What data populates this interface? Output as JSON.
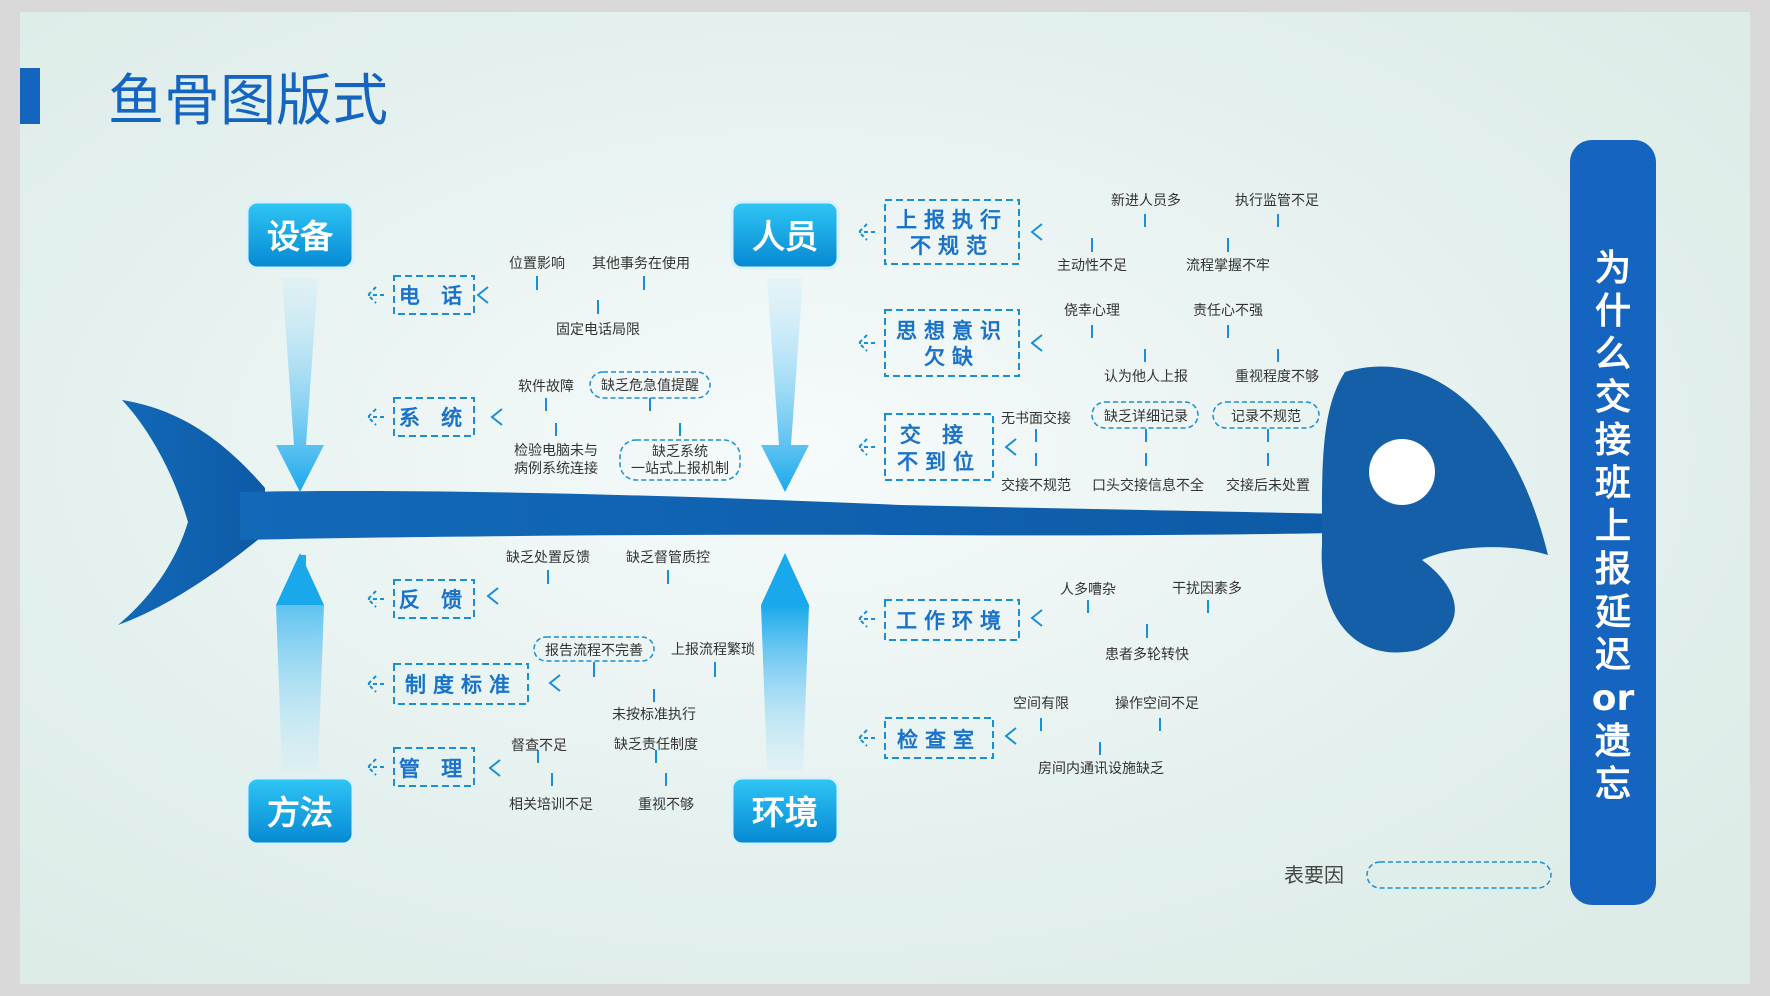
{
  "title": "鱼骨图版式",
  "problem": [
    "为",
    "什",
    "么",
    "交",
    "接",
    "班",
    "上",
    "报",
    "延",
    "迟",
    "or",
    "遗",
    "忘"
  ],
  "colors": {
    "primary": "#1565c0",
    "accent": "#0aa7e6",
    "line": "#2a9fd8"
  },
  "categories": {
    "equipment": "设备",
    "people": "人员",
    "method": "方法",
    "environment": "环境"
  },
  "branches": {
    "phone": {
      "label": "电 话",
      "causes": [
        "位置影响",
        "其他事务在使用",
        "固定电话局限"
      ]
    },
    "system": {
      "label": "系 统",
      "causes": [
        "软件故障",
        "缺乏危急值提醒",
        "检验电脑未与",
        "病例系统连接",
        "缺乏系统",
        "一站式上报机制"
      ]
    },
    "report": {
      "label": [
        "上报执行",
        "不规范"
      ],
      "causes": [
        "新进人员多",
        "执行监管不足",
        "主动性不足",
        "流程掌握不牢"
      ]
    },
    "mindset": {
      "label": [
        "思想意识",
        "欠缺"
      ],
      "causes": [
        "侥幸心理",
        "责任心不强",
        "认为他人上报",
        "重视程度不够"
      ]
    },
    "handover": {
      "label": [
        "交 接",
        "不到位"
      ],
      "causes": [
        "无书面交接",
        "缺乏详细记录",
        "记录不规范",
        "交接不规范",
        "口头交接信息不全",
        "交接后未处置"
      ]
    },
    "feedback": {
      "label": "反 馈",
      "causes": [
        "缺乏处置反馈",
        "缺乏督管质控"
      ]
    },
    "standard": {
      "label": "制度标准",
      "causes": [
        "报告流程不完善",
        "上报流程繁琐",
        "未按标准执行"
      ]
    },
    "manage": {
      "label": "管 理",
      "causes": [
        "督查不足",
        "缺乏责任制度",
        "相关培训不足",
        "重视不够"
      ]
    },
    "workenv": {
      "label": "工作环境",
      "causes": [
        "人多嘈杂",
        "干扰因素多",
        "患者多轮转快"
      ]
    },
    "room": {
      "label": "检查室",
      "causes": [
        "空间有限",
        "操作空间不足",
        "房间内通讯设施缺乏"
      ]
    }
  },
  "legend": {
    "label": "表要因"
  }
}
